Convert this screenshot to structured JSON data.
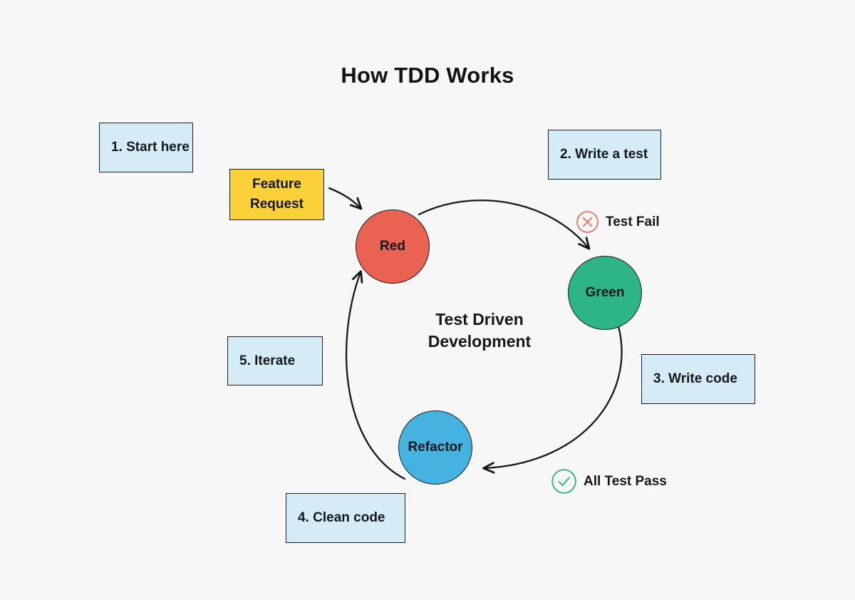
{
  "page": {
    "title": "How TDD Works",
    "background_color": "#f7f7f7"
  },
  "diagram": {
    "type": "cycle-flow",
    "center_caption_line1": "Test Driven",
    "center_caption_line2": "Development",
    "source_node": {
      "label_line1": "Feature",
      "label_line2": "Request",
      "color": "#fbd13a",
      "shape": "rectangle"
    },
    "nodes": [
      {
        "id": "red",
        "label": "Red",
        "color": "#ea6352",
        "shape": "circle"
      },
      {
        "id": "green",
        "label": "Green",
        "color": "#2eb587",
        "shape": "circle"
      },
      {
        "id": "refactor",
        "label": "Refactor",
        "color": "#45b3e0",
        "shape": "circle"
      }
    ],
    "transitions": [
      {
        "from": "feature-request",
        "to": "red",
        "label": ""
      },
      {
        "from": "red",
        "to": "green",
        "label": "Test Fail",
        "marker": "circle-x-icon",
        "marker_color": "#e07a6d"
      },
      {
        "from": "green",
        "to": "refactor",
        "label": "All Test Pass",
        "marker": "circle-check-icon",
        "marker_color": "#35b383"
      },
      {
        "from": "refactor",
        "to": "red",
        "label": ""
      }
    ],
    "markers": [
      {
        "id": "test-fail",
        "label": "Test Fail",
        "icon": "circle-x-icon",
        "color": "#e07a6d"
      },
      {
        "id": "all-test-pass",
        "label": "All Test Pass",
        "icon": "circle-check-icon",
        "color": "#35b383"
      }
    ],
    "steps": [
      {
        "id": "step-1",
        "label": "1. Start here"
      },
      {
        "id": "step-2",
        "label": "2. Write a test"
      },
      {
        "id": "step-3",
        "label": "3. Write code"
      },
      {
        "id": "step-4",
        "label": "4. Clean code"
      },
      {
        "id": "step-5",
        "label": "5. Iterate"
      }
    ],
    "step_box_color": "#d5ecf6",
    "stroke_color": "#1b1f23"
  }
}
